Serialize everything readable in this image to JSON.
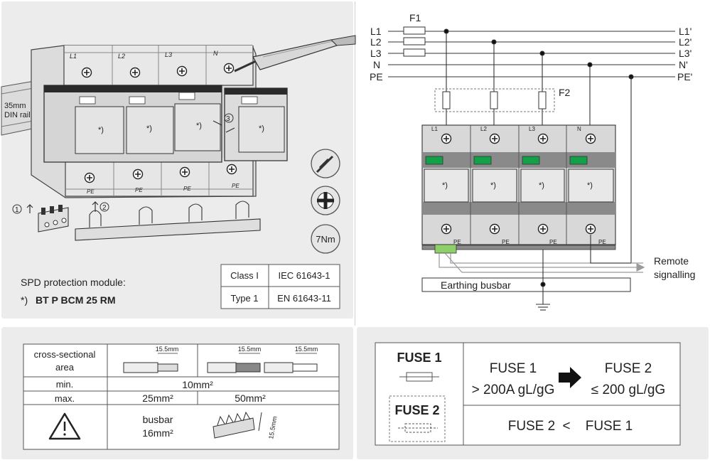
{
  "left_panel": {
    "din_rail_label": [
      "35mm",
      "DIN rail"
    ],
    "module_labels": [
      "L1",
      "L2",
      "L3",
      "N"
    ],
    "pe_label": "PE",
    "cartridge_mark": "*)",
    "step_numbers": [
      "1",
      "2",
      "3"
    ],
    "torque": "7Nm",
    "spd_title": "SPD protection module:",
    "spd_marker": "*)",
    "spd_model": "BT P BCM 25 RM",
    "standards": [
      {
        "class": "Class I",
        "standard": "IEC 61643-1"
      },
      {
        "class": "Type 1",
        "standard": "EN 61643-11"
      }
    ]
  },
  "schematic": {
    "lines_in": [
      "L1",
      "L2",
      "L3",
      "N",
      "PE"
    ],
    "lines_out": [
      "L1'",
      "L2'",
      "L3'",
      "N'",
      "PE'"
    ],
    "fuse1_label": "F1",
    "fuse2_label": "F2",
    "module_labels": [
      "L1",
      "L2",
      "L3",
      "N"
    ],
    "pe_label": "PE",
    "cartridge_mark": "*)",
    "remote_signalling": [
      "Remote",
      "signalling"
    ],
    "earthing_busbar": "Earthing busbar"
  },
  "wire_table": {
    "cross_section_label": [
      "cross-sectional",
      "area"
    ],
    "strip_length": "15.5mm",
    "min_label": "min.",
    "min_value": "10mm²",
    "max_label": "max.",
    "max_values": [
      "25mm²",
      "50mm²"
    ],
    "busbar_label": [
      "busbar",
      "16mm²"
    ],
    "busbar_dim": "15.5mm",
    "warning_icon": "warning-triangle-icon"
  },
  "fuse_table": {
    "fuse1_title": "FUSE 1",
    "fuse2_title": "FUSE 2",
    "fuse1_label": "FUSE 1",
    "fuse1_value": "> 200A gL/gG",
    "fuse2_label": "FUSE 2",
    "fuse2_value": "≤ 200 gL/gG",
    "relation": [
      "FUSE 2",
      "<",
      "FUSE 1"
    ]
  },
  "colors": {
    "panel_bg": "#ececec",
    "indicator_green": "#12a048",
    "module_grey": "#d8d8d8",
    "dark_band": "#8a8a8a"
  }
}
